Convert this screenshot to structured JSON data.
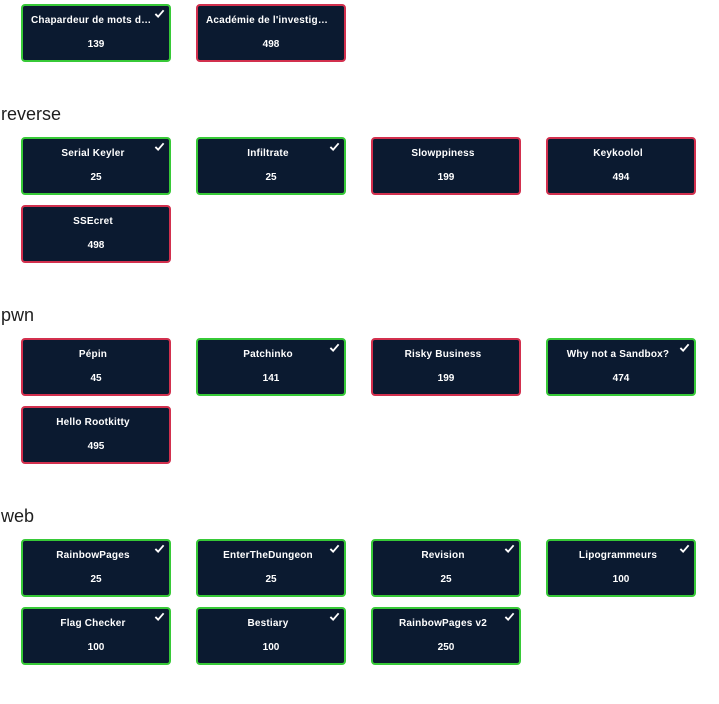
{
  "colors": {
    "card_bg": "#0b1a30",
    "solved_border": "#37c937",
    "unsolved_border": "#d2304e"
  },
  "categories": [
    {
      "title": "",
      "challenges": [
        {
          "name": "Chapardeur de mots de p…",
          "points": "139",
          "solved": true
        },
        {
          "name": "Académie de l'investigati…",
          "points": "498",
          "solved": false
        }
      ]
    },
    {
      "title": "reverse",
      "challenges": [
        {
          "name": "Serial Keyler",
          "points": "25",
          "solved": true
        },
        {
          "name": "Infiltrate",
          "points": "25",
          "solved": true
        },
        {
          "name": "Slowppiness",
          "points": "199",
          "solved": false
        },
        {
          "name": "Keykoolol",
          "points": "494",
          "solved": false
        },
        {
          "name": "SSEcret",
          "points": "498",
          "solved": false
        }
      ]
    },
    {
      "title": "pwn",
      "challenges": [
        {
          "name": "Pépin",
          "points": "45",
          "solved": false
        },
        {
          "name": "Patchinko",
          "points": "141",
          "solved": true
        },
        {
          "name": "Risky Business",
          "points": "199",
          "solved": false
        },
        {
          "name": "Why not a Sandbox?",
          "points": "474",
          "solved": true
        },
        {
          "name": "Hello Rootkitty",
          "points": "495",
          "solved": false
        }
      ]
    },
    {
      "title": "web",
      "challenges": [
        {
          "name": "RainbowPages",
          "points": "25",
          "solved": true
        },
        {
          "name": "EnterTheDungeon",
          "points": "25",
          "solved": true
        },
        {
          "name": "Revision",
          "points": "25",
          "solved": true
        },
        {
          "name": "Lipogrammeurs",
          "points": "100",
          "solved": true
        },
        {
          "name": "Flag Checker",
          "points": "100",
          "solved": true
        },
        {
          "name": "Bestiary",
          "points": "100",
          "solved": true
        },
        {
          "name": "RainbowPages v2",
          "points": "250",
          "solved": true
        }
      ]
    }
  ]
}
